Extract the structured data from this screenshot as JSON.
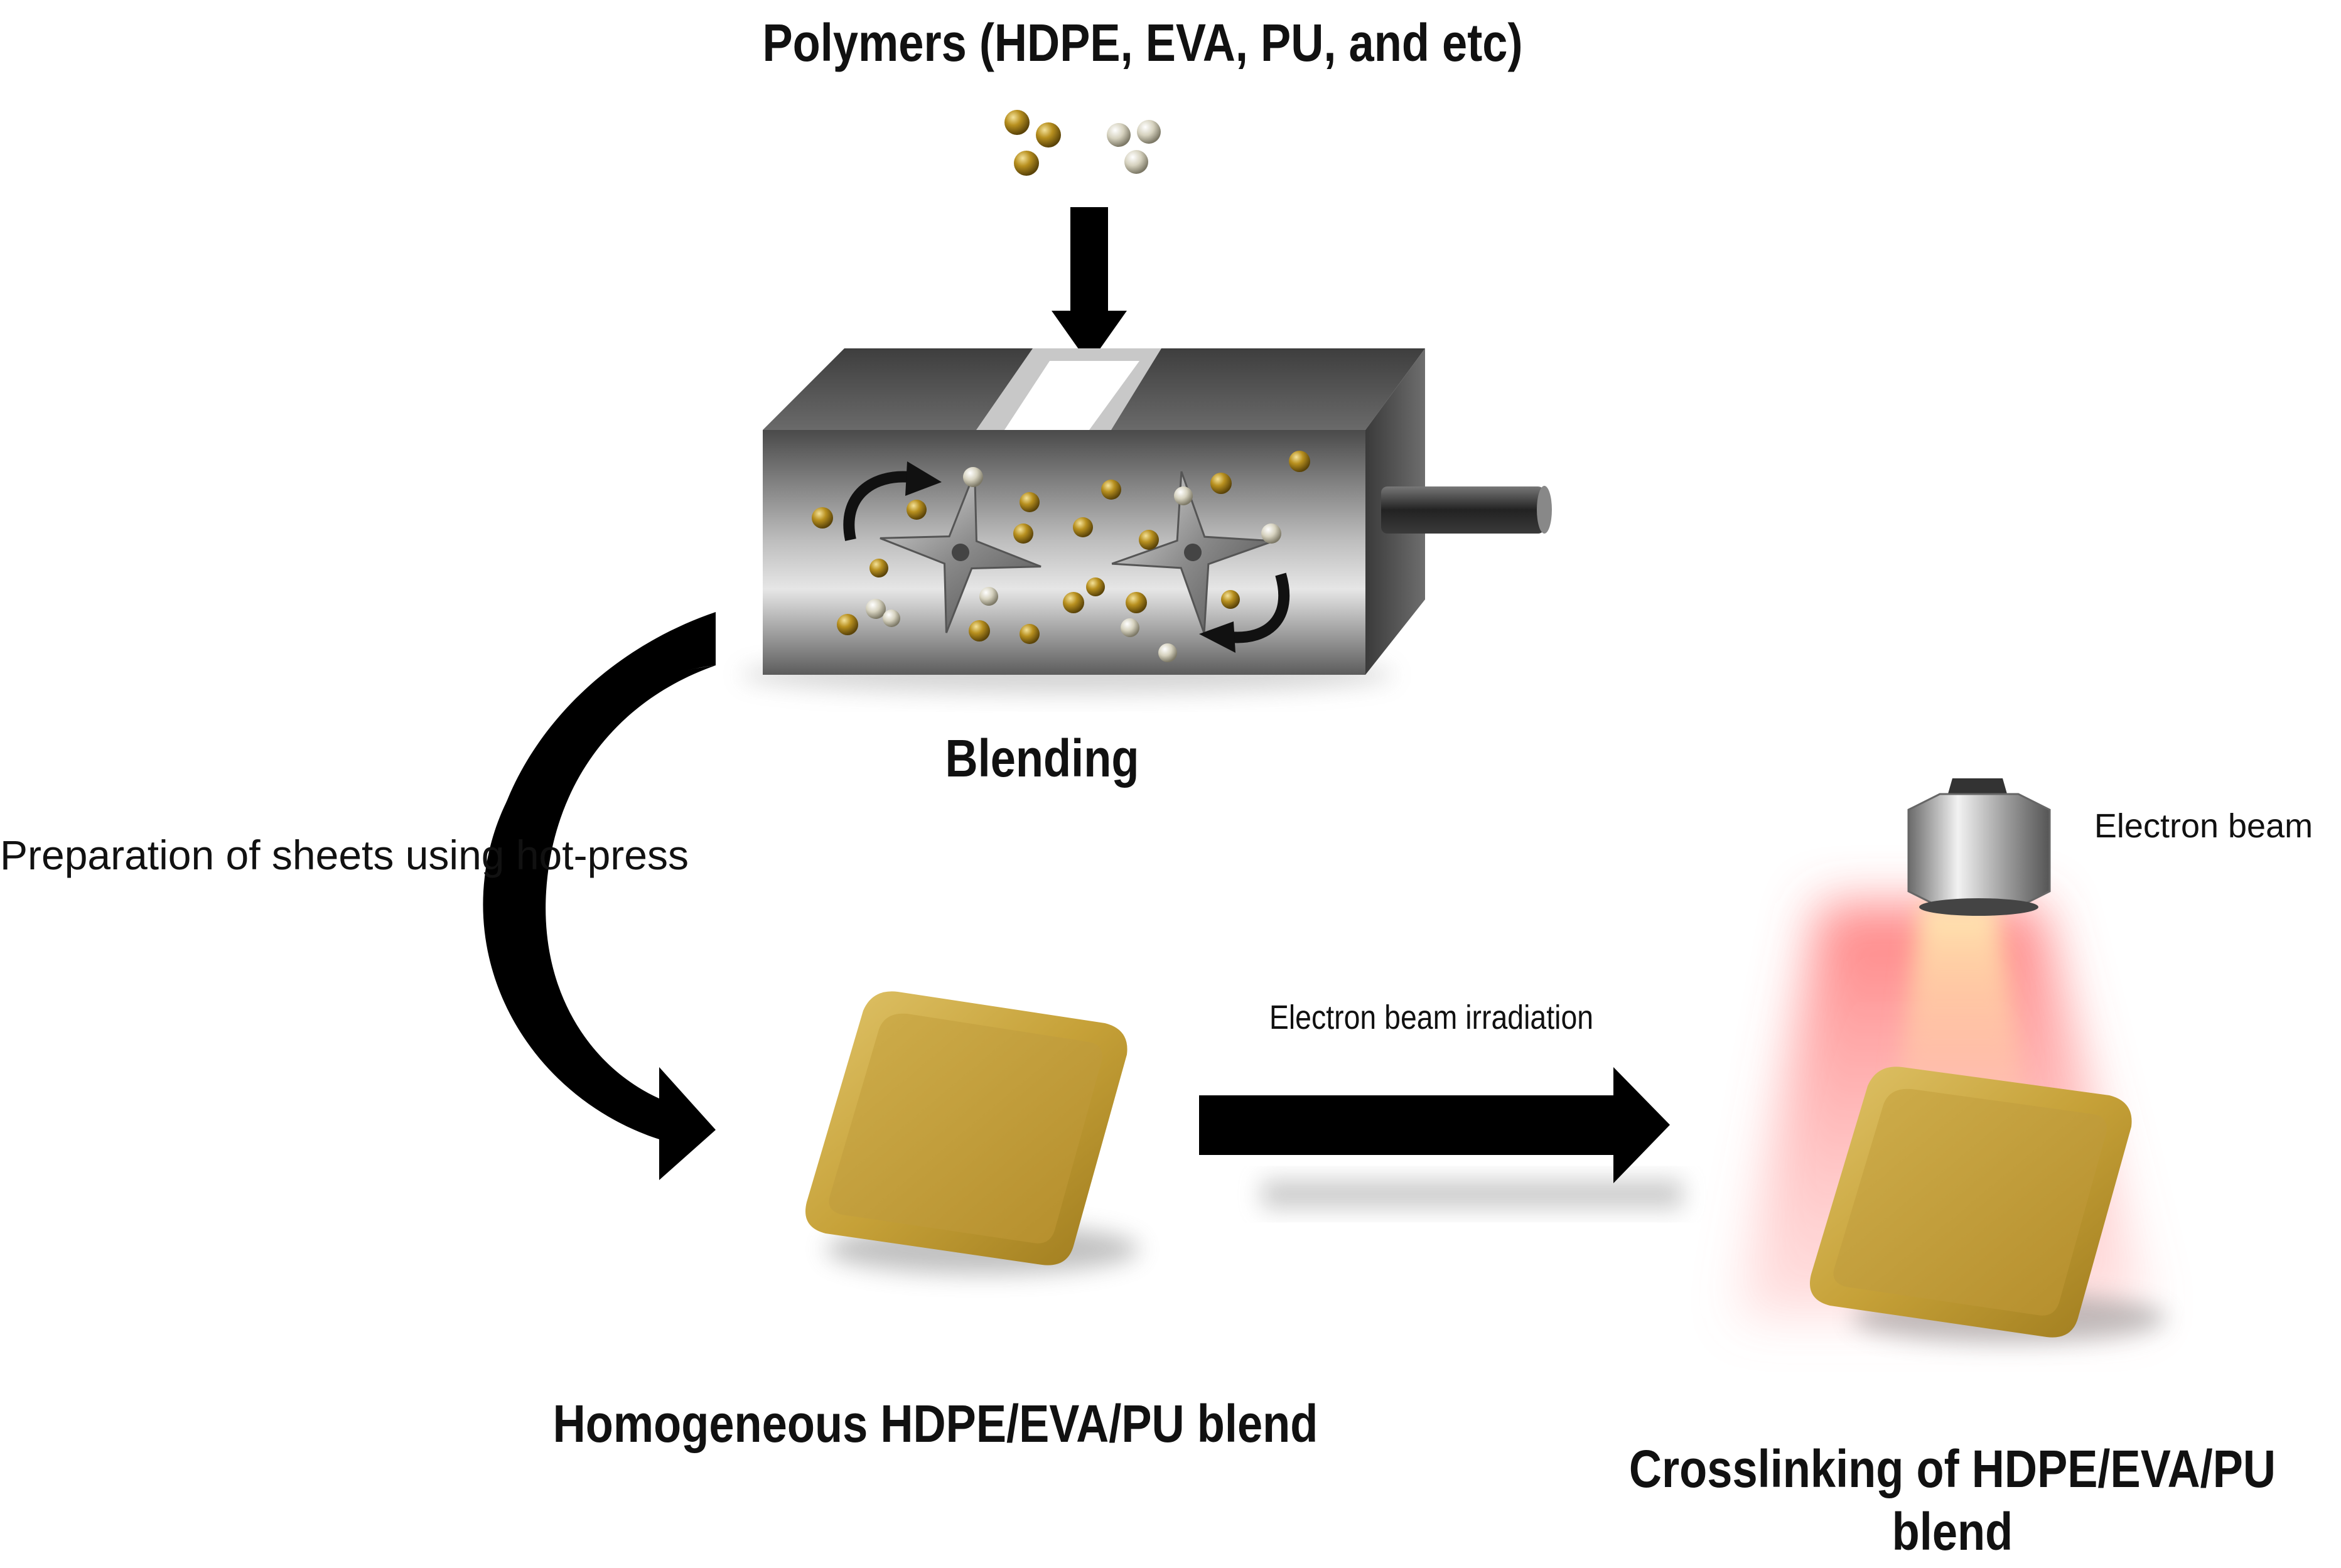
{
  "labels": {
    "title": "Polymers (HDPE, EVA, PU, and etc)",
    "blending": "Blending",
    "preparation": "Preparation of sheets using hot-press",
    "irradiation": "Electron beam irradiation",
    "homogeneous": "Homogeneous HDPE/EVA/PU blend",
    "crosslinking": "Crosslinking of HDPE/EVA/PU blend",
    "electron_beam": "Electron beam"
  },
  "colors": {
    "pellet_gold": "#a8841c",
    "pellet_silver": "#cfcbb8",
    "sheet_gold": "#c9a43c",
    "arrow": "#000000",
    "beam_glow": "#ff6a6a",
    "mixer_dark": "#555555"
  }
}
